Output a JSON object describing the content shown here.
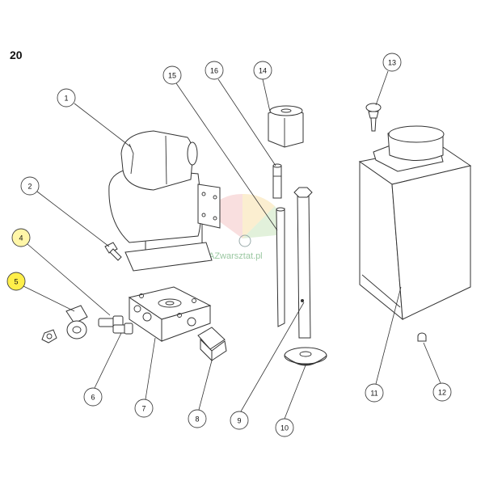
{
  "page_number": "20",
  "watermark": {
    "text": "AZwarsztat.pl"
  },
  "colors": {
    "highlight_yellow": "#ffef4a",
    "highlight_pale_yellow": "#fff6a8",
    "line": "#333333"
  },
  "callouts": [
    {
      "label": "1",
      "part": "motor"
    },
    {
      "label": "2",
      "part": "screw"
    },
    {
      "label": "4",
      "part": "fitting",
      "highlight": "pale-yellow"
    },
    {
      "label": "5",
      "part": "banjo-elbow",
      "highlight": "yellow"
    },
    {
      "label": "6",
      "part": "plug"
    },
    {
      "label": "7",
      "part": "valve-block"
    },
    {
      "label": "8",
      "part": "bolt"
    },
    {
      "label": "9",
      "part": "suction-tube"
    },
    {
      "label": "10",
      "part": "filter-disc"
    },
    {
      "label": "11",
      "part": "tank"
    },
    {
      "label": "12",
      "part": "drain-plug"
    },
    {
      "label": "13",
      "part": "filler-breather"
    },
    {
      "label": "14",
      "part": "coupling"
    },
    {
      "label": "15",
      "part": "return-pipe"
    },
    {
      "label": "16",
      "part": "shaft"
    }
  ]
}
